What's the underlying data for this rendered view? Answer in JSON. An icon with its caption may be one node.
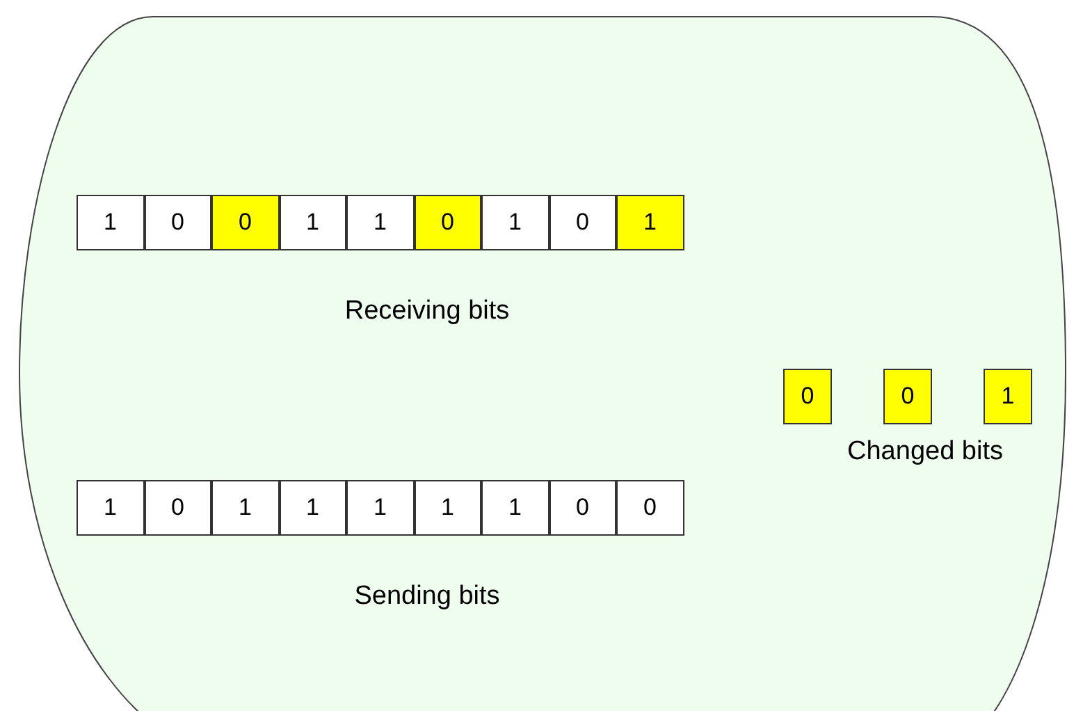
{
  "diagram": {
    "nodes": [
      {
        "text": [],
        "shape": "oval"
      },
      {
        "text": [
          "1"
        ],
        "in": 0
      },
      {
        "text": [
          "0"
        ],
        "in": 0
      },
      {
        "text": [
          "0"
        ],
        "in": 0
      },
      {
        "text": [
          "1"
        ],
        "in": 0
      },
      {
        "text": [
          "1"
        ],
        "in": 0
      },
      {
        "text": [
          "0"
        ],
        "in": 0
      },
      {
        "text": [
          "1"
        ],
        "in": 0
      },
      {
        "text": [
          "0"
        ],
        "in": 0
      },
      {
        "text": [
          "1"
        ],
        "in": 0
      },
      {
        "text": [
          "0"
        ],
        "in": 0
      },
      {
        "text": [
          "0"
        ],
        "in": 0
      },
      {
        "text": [
          "1"
        ],
        "in": 0
      },
      {
        "text": [
          "1"
        ],
        "in": 0
      },
      {
        "text": [
          "0"
        ],
        "in": 0
      },
      {
        "text": [
          "1"
        ],
        "in": 0
      },
      {
        "text": [
          "1"
        ],
        "in": 0
      },
      {
        "text": [
          "1"
        ],
        "in": 0
      },
      {
        "text": [
          "1"
        ],
        "in": 0
      },
      {
        "text": [
          "1"
        ],
        "in": 0
      },
      {
        "text": [
          "0"
        ],
        "in": 0
      },
      {
        "text": [
          "0"
        ],
        "in": 0
      }
    ],
    "labels": [
      "Receiving bits",
      "Changed bits",
      "Sending bits"
    ]
  }
}
